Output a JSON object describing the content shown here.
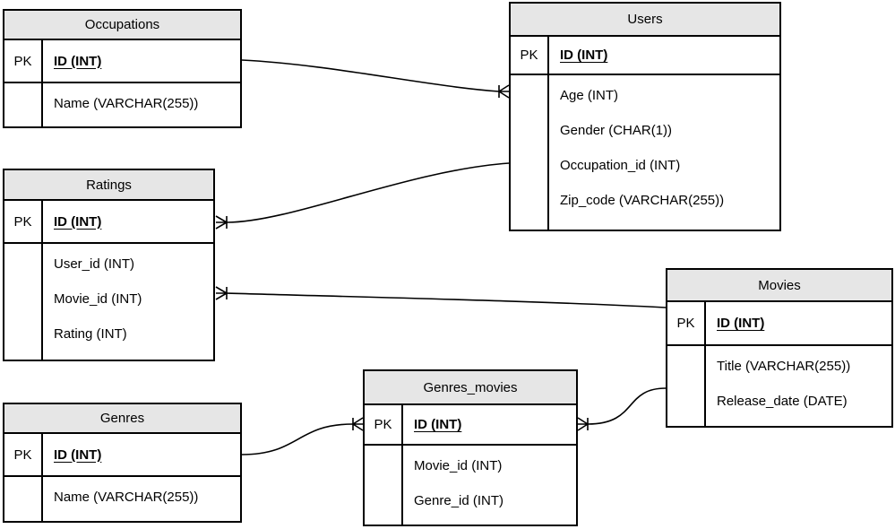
{
  "tables": [
    {
      "title": "Occupations",
      "pk_label": "PK",
      "pk_field": "ID (INT)",
      "fields": [
        "Name (VARCHAR(255))"
      ]
    },
    {
      "title": "Users",
      "pk_label": "PK",
      "pk_field": "ID (INT)",
      "fields": [
        "Age (INT)",
        "Gender (CHAR(1))",
        "Occupation_id (INT)",
        "Zip_code (VARCHAR(255))"
      ]
    },
    {
      "title": "Ratings",
      "pk_label": "PK",
      "pk_field": "ID (INT)",
      "fields": [
        "User_id (INT)",
        "Movie_id (INT)",
        "Rating (INT)"
      ]
    },
    {
      "title": "Movies",
      "pk_label": "PK",
      "pk_field": "ID (INT)",
      "fields": [
        "Title (VARCHAR(255))",
        "Release_date (DATE)"
      ]
    },
    {
      "title": "Genres",
      "pk_label": "PK",
      "pk_field": "ID (INT)",
      "fields": [
        "Name (VARCHAR(255))"
      ]
    },
    {
      "title": "Genres_movies",
      "pk_label": "PK",
      "pk_field": "ID (INT)",
      "fields": [
        "Movie_id (INT)",
        "Genre_id (INT)"
      ]
    }
  ],
  "relationships": [
    {
      "from": "Occupations",
      "to": "Users",
      "type": "one-to-many",
      "many_end": "Users"
    },
    {
      "from": "Users",
      "to": "Ratings",
      "type": "one-to-many",
      "many_end": "Ratings"
    },
    {
      "from": "Movies",
      "to": "Ratings",
      "type": "one-to-many",
      "many_end": "Ratings"
    },
    {
      "from": "Genres",
      "to": "Genres_movies",
      "type": "one-to-many",
      "many_end": "Genres_movies"
    },
    {
      "from": "Movies",
      "to": "Genres_movies",
      "type": "one-to-many",
      "many_end": "Genres_movies"
    }
  ],
  "colors": {
    "header_fill": "#e6e6e6",
    "table_border": "#000000",
    "line": "#000000",
    "background": "#ffffff"
  }
}
